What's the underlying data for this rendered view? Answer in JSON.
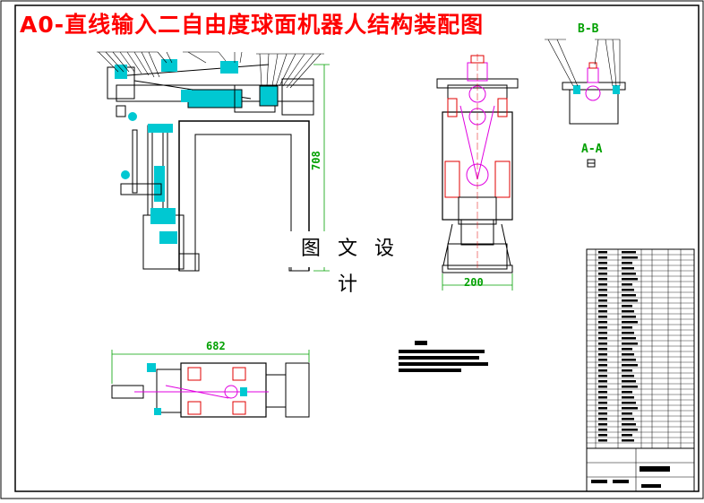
{
  "drawing": {
    "title": "A0-直线输入二自由度球面机器人结构装配图",
    "watermark": "图 文 设 计",
    "section_labels": {
      "bb": "B-B",
      "aa": "A-A"
    },
    "dimensions": {
      "height": "708",
      "width_side": "200",
      "length_top": "682"
    }
  },
  "colors": {
    "title": "#ff0000",
    "outline": "#000000",
    "cyan": "#00c8d2",
    "magenta": "#e000e0",
    "green": "#00a000",
    "red": "#e00000"
  }
}
